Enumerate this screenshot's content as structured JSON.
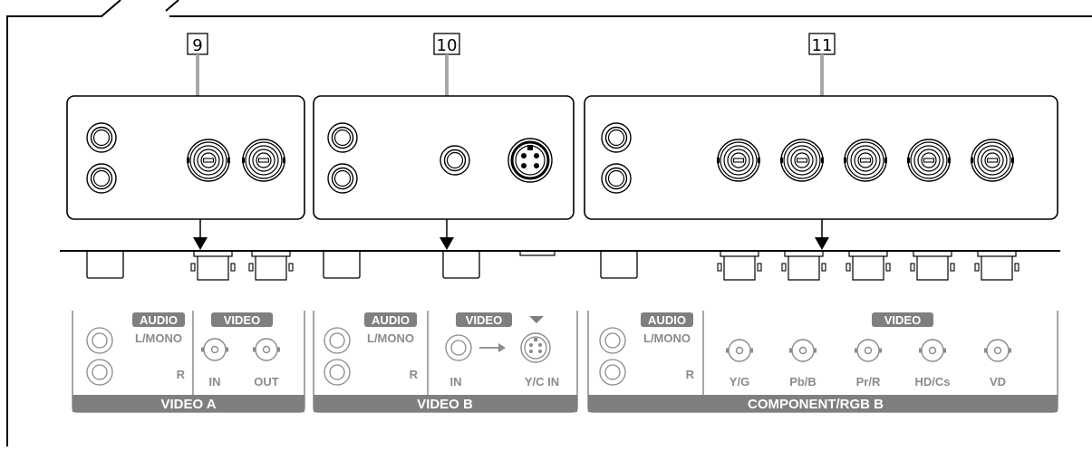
{
  "callouts": [
    "9",
    "10",
    "11"
  ],
  "panels": {
    "video_a": {
      "footer": "VIDEO A",
      "audio_tag": "AUDIO",
      "audio_sub": "L/MONO",
      "audio_r": "R",
      "video_tag": "VIDEO",
      "jack_in": "IN",
      "jack_out": "OUT"
    },
    "video_b": {
      "footer": "VIDEO B",
      "audio_tag": "AUDIO",
      "audio_sub": "L/MONO",
      "audio_r": "R",
      "video_tag": "VIDEO",
      "jack_in": "IN",
      "jack_yc": "Y/C IN"
    },
    "component": {
      "footer": "COMPONENT/RGB B",
      "audio_tag": "AUDIO",
      "audio_sub": "L/MONO",
      "audio_r": "R",
      "video_tag": "VIDEO",
      "jacks": [
        "Y/G",
        "Pb/B",
        "Pr/R",
        "HD/Cs",
        "VD"
      ]
    }
  },
  "colors": {
    "line": "#000000",
    "grey_band": "#7f7f7f",
    "grey_text": "#8a8a8a",
    "callout_line": "#a8a8a8"
  }
}
